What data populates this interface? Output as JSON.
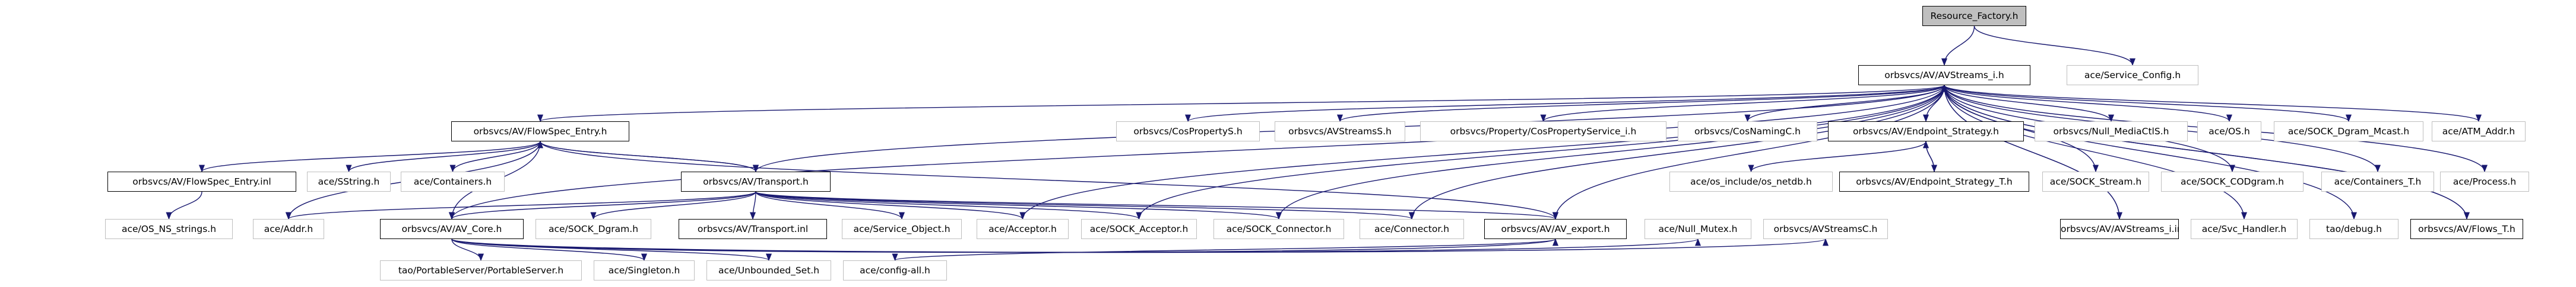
{
  "diagram": {
    "colors": {
      "edge": "#191970",
      "root_fill": "#bfbfbf",
      "linked_border": "#000000",
      "unlinked_border": "#bfbfbf"
    },
    "nodes": [
      {
        "id": "resource_factory",
        "label": "Resource_Factory.h",
        "kind": "root"
      },
      {
        "id": "avstreams_i",
        "label": "orbsvcs/AV/AVStreams_i.h",
        "kind": "linked"
      },
      {
        "id": "service_config",
        "label": "ace/Service_Config.h",
        "kind": "unlinked"
      },
      {
        "id": "flowspec_entry",
        "label": "orbsvcs/AV/FlowSpec_Entry.h",
        "kind": "linked"
      },
      {
        "id": "costprop_s",
        "label": "orbsvcs/CosPropertyS.h",
        "kind": "unlinked"
      },
      {
        "id": "avstreams_s",
        "label": "orbsvcs/AVStreamsS.h",
        "kind": "unlinked"
      },
      {
        "id": "costprop_service_i",
        "label": "orbsvcs/Property/CosPropertyService_i.h",
        "kind": "unlinked"
      },
      {
        "id": "cosnaming_c",
        "label": "orbsvcs/CosNamingC.h",
        "kind": "unlinked"
      },
      {
        "id": "endpoint_strategy",
        "label": "orbsvcs/AV/Endpoint_Strategy.h",
        "kind": "linked"
      },
      {
        "id": "null_mediactl",
        "label": "orbsvcs/Null_MediaCtlS.h",
        "kind": "unlinked"
      },
      {
        "id": "ace_os",
        "label": "ace/OS.h",
        "kind": "unlinked"
      },
      {
        "id": "sock_dgram_mcast",
        "label": "ace/SOCK_Dgram_Mcast.h",
        "kind": "unlinked"
      },
      {
        "id": "atm_addr",
        "label": "ace/ATM_Addr.h",
        "kind": "unlinked"
      },
      {
        "id": "containers_t",
        "label": "ace/Containers_T.h",
        "kind": "unlinked"
      },
      {
        "id": "process",
        "label": "ace/Process.h",
        "kind": "unlinked"
      },
      {
        "id": "sock_codgram",
        "label": "ace/SOCK_CODgram.h",
        "kind": "unlinked"
      },
      {
        "id": "sock_stream",
        "label": "ace/SOCK_Stream.h",
        "kind": "unlinked"
      },
      {
        "id": "svc_handler",
        "label": "ace/Svc_Handler.h",
        "kind": "unlinked"
      },
      {
        "id": "tao_debug",
        "label": "tao/debug.h",
        "kind": "unlinked"
      },
      {
        "id": "avstreams_i_inl",
        "label": "orbsvcs/AV/AVStreams_i.inl",
        "kind": "linked"
      },
      {
        "id": "flows_t",
        "label": "orbsvcs/AV/Flows_T.h",
        "kind": "linked"
      },
      {
        "id": "flowspec_entry_inl",
        "label": "orbsvcs/AV/FlowSpec_Entry.inl",
        "kind": "linked"
      },
      {
        "id": "sstring",
        "label": "ace/SString.h",
        "kind": "unlinked"
      },
      {
        "id": "containers",
        "label": "ace/Containers.h",
        "kind": "unlinked"
      },
      {
        "id": "transport",
        "label": "orbsvcs/AV/Transport.h",
        "kind": "linked"
      },
      {
        "id": "os_includes_netdb",
        "label": "ace/os_include/os_netdb.h",
        "kind": "unlinked"
      },
      {
        "id": "endpoint_strategy_t",
        "label": "orbsvcs/AV/Endpoint_Strategy_T.h",
        "kind": "linked"
      },
      {
        "id": "os_ns_strings",
        "label": "ace/OS_NS_strings.h",
        "kind": "unlinked"
      },
      {
        "id": "ace_addr",
        "label": "ace/Addr.h",
        "kind": "unlinked"
      },
      {
        "id": "av_core",
        "label": "orbsvcs/AV/AV_Core.h",
        "kind": "linked"
      },
      {
        "id": "sock_dgram",
        "label": "ace/SOCK_Dgram.h",
        "kind": "unlinked"
      },
      {
        "id": "transport_inl",
        "label": "orbsvcs/AV/Transport.inl",
        "kind": "linked"
      },
      {
        "id": "service_object",
        "label": "ace/Service_Object.h",
        "kind": "unlinked"
      },
      {
        "id": "acceptor",
        "label": "ace/Acceptor.h",
        "kind": "unlinked"
      },
      {
        "id": "sock_acceptor",
        "label": "ace/SOCK_Acceptor.h",
        "kind": "unlinked"
      },
      {
        "id": "sock_connector",
        "label": "ace/SOCK_Connector.h",
        "kind": "unlinked"
      },
      {
        "id": "connector",
        "label": "ace/Connector.h",
        "kind": "unlinked"
      },
      {
        "id": "av_export",
        "label": "orbsvcs/AV/AV_export.h",
        "kind": "linked"
      },
      {
        "id": "null_mutex",
        "label": "ace/Null_Mutex.h",
        "kind": "unlinked"
      },
      {
        "id": "avstreams_c",
        "label": "orbsvcs/AVStreamsC.h",
        "kind": "unlinked"
      },
      {
        "id": "portable_server",
        "label": "tao/PortableServer/PortableServer.h",
        "kind": "unlinked"
      },
      {
        "id": "singleton",
        "label": "ace/Singleton.h",
        "kind": "unlinked"
      },
      {
        "id": "unbounded_set",
        "label": "ace/Unbounded_Set.h",
        "kind": "unlinked"
      },
      {
        "id": "config_all",
        "label": "ace/config-all.h",
        "kind": "unlinked"
      }
    ],
    "edges": [
      [
        "resource_factory",
        "avstreams_i"
      ],
      [
        "resource_factory",
        "service_config"
      ],
      [
        "avstreams_i",
        "flowspec_entry"
      ],
      [
        "avstreams_i",
        "costprop_s"
      ],
      [
        "avstreams_i",
        "avstreams_s"
      ],
      [
        "avstreams_i",
        "costprop_service_i"
      ],
      [
        "avstreams_i",
        "cosnaming_c"
      ],
      [
        "avstreams_i",
        "endpoint_strategy"
      ],
      [
        "avstreams_i",
        "null_mediactl"
      ],
      [
        "avstreams_i",
        "ace_os"
      ],
      [
        "avstreams_i",
        "sock_dgram_mcast"
      ],
      [
        "avstreams_i",
        "atm_addr"
      ],
      [
        "avstreams_i",
        "containers_t"
      ],
      [
        "avstreams_i",
        "process"
      ],
      [
        "avstreams_i",
        "sock_codgram"
      ],
      [
        "avstreams_i",
        "sock_stream"
      ],
      [
        "avstreams_i",
        "svc_handler"
      ],
      [
        "avstreams_i",
        "tao_debug"
      ],
      [
        "avstreams_i",
        "avstreams_i_inl"
      ],
      [
        "avstreams_i",
        "flows_t"
      ],
      [
        "avstreams_i",
        "transport"
      ],
      [
        "avstreams_i",
        "av_core"
      ],
      [
        "avstreams_i",
        "av_export"
      ],
      [
        "avstreams_i",
        "acceptor"
      ],
      [
        "avstreams_i",
        "sock_acceptor"
      ],
      [
        "avstreams_i",
        "sock_connector"
      ],
      [
        "avstreams_i",
        "connector"
      ],
      [
        "flowspec_entry",
        "flowspec_entry_inl"
      ],
      [
        "flowspec_entry",
        "sstring"
      ],
      [
        "flowspec_entry",
        "containers"
      ],
      [
        "flowspec_entry",
        "transport"
      ],
      [
        "flowspec_entry",
        "av_core"
      ],
      [
        "flowspec_entry",
        "av_export"
      ],
      [
        "flowspec_entry",
        "ace_addr"
      ],
      [
        "flowspec_entry_inl",
        "os_ns_strings"
      ],
      [
        "endpoint_strategy",
        "os_includes_netdb"
      ],
      [
        "endpoint_strategy",
        "endpoint_strategy_t"
      ],
      [
        "endpoint_strategy_t",
        "endpoint_strategy"
      ],
      [
        "flows_t",
        "avstreams_i"
      ],
      [
        "avstreams_i_inl",
        "avstreams_i"
      ],
      [
        "transport",
        "flowspec_entry"
      ],
      [
        "transport",
        "ace_addr"
      ],
      [
        "transport",
        "av_core"
      ],
      [
        "transport",
        "sock_dgram"
      ],
      [
        "transport",
        "transport_inl"
      ],
      [
        "transport",
        "service_object"
      ],
      [
        "transport",
        "acceptor"
      ],
      [
        "transport",
        "sock_acceptor"
      ],
      [
        "transport",
        "sock_connector"
      ],
      [
        "transport",
        "connector"
      ],
      [
        "transport",
        "av_export"
      ],
      [
        "av_core",
        "av_export"
      ],
      [
        "av_core",
        "null_mutex"
      ],
      [
        "av_core",
        "avstreams_c"
      ],
      [
        "av_core",
        "portable_server"
      ],
      [
        "av_core",
        "singleton"
      ],
      [
        "av_core",
        "unbounded_set"
      ],
      [
        "av_export",
        "config_all"
      ]
    ]
  }
}
